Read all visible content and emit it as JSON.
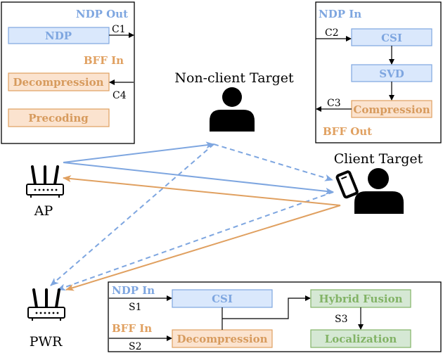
{
  "colors": {
    "blue": "#7ea6e0",
    "blue_fill": "#dae8fc",
    "blue_text": "#6c8ebf",
    "orange": "#e0a060",
    "orange_fill": "#fbe3cf",
    "orange_text": "#d79b5e",
    "green_fill": "#d5e8d4",
    "green_text": "#82b366",
    "black": "#000000"
  },
  "ap_panel": {
    "ndp_out_label": "NDP Out",
    "ndp_box": "NDP",
    "c1": "C1",
    "bff_in_label": "BFF In",
    "decompression_box": "Decompression",
    "c4": "C4",
    "precoding_box": "Precoding"
  },
  "client_panel": {
    "ndp_in_label": "NDP In",
    "c2": "C2",
    "csi_box": "CSI",
    "svd_box": "SVD",
    "c3": "C3",
    "compression_box": "Compression",
    "bff_out_label": "BFF Out"
  },
  "pwr_panel": {
    "ndp_in_label": "NDP In",
    "s1": "S1",
    "csi_box": "CSI",
    "bff_in_label": "BFF In",
    "s2": "S2",
    "decompression_box": "Decompression",
    "hybrid_fusion_box": "Hybrid Fusion",
    "s3": "S3",
    "localization_box": "Localization"
  },
  "entities": {
    "non_client_target": "Non-client Target",
    "client_target": "Client Target",
    "ap": "AP",
    "pwr": "PWR"
  }
}
